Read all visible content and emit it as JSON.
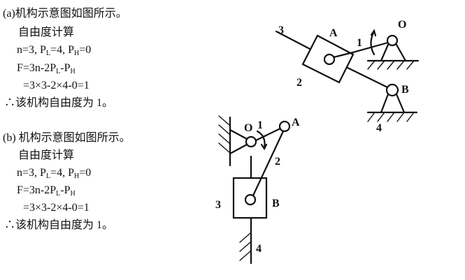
{
  "section_a": {
    "heading": "(a)机构示意图如图所示。",
    "subheading": "自由度计算",
    "params": {
      "n": "n=3, ",
      "pl_prefix": "P",
      "pl_sub": "L",
      "pl_val": "=4, ",
      "ph_prefix": "P",
      "ph_sub": "H",
      "ph_val": "=0"
    },
    "formula": {
      "f_prefix": "F=3n-2P",
      "f_sub1": "L",
      "f_mid": "-P",
      "f_sub2": "H"
    },
    "calc": "=3×3-2×4-0=1",
    "conclusion": "∴该机构自由度为 1。"
  },
  "section_b": {
    "heading": "(b) 机构示意图如图所示。",
    "subheading": "自由度计算",
    "params": {
      "n": "n=3, ",
      "pl_prefix": "P",
      "pl_sub": "L",
      "pl_val": "=4, ",
      "ph_prefix": "P",
      "ph_sub": "H",
      "ph_val": "=0"
    },
    "formula": {
      "f_prefix": "F=3n-2P",
      "f_sub1": "L",
      "f_mid": "-P",
      "f_sub2": "H"
    },
    "calc": "=3×3-2×4-0=1",
    "conclusion": "∴该机构自由度为 1。"
  },
  "diagram_a": {
    "labels": {
      "link3": "3",
      "joint_a": "A",
      "link1": "1",
      "joint_o": "O",
      "link2": "2",
      "joint_b": "B",
      "ground": "4"
    }
  },
  "diagram_b": {
    "labels": {
      "joint_o": "O",
      "link1": "1",
      "joint_a": "A",
      "link2": "2",
      "link3": "3",
      "joint_b": "B",
      "ground": "4"
    }
  }
}
